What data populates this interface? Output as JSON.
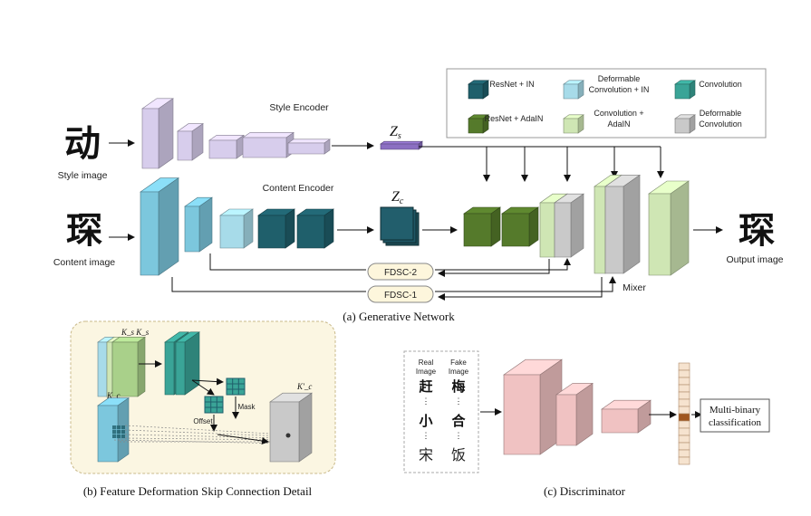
{
  "colors": {
    "resnet_in": "#1f5f6b",
    "deform_in": "#a7dbe9",
    "convolution": "#3aa497",
    "resnet_adain": "#557a2b",
    "conv_adain": "#cfe6b4",
    "deform_conv": "#c9c9c9",
    "style_encoder": "#d7cdec",
    "content_encoder": "#7cc7dd",
    "discriminator": "#f0c2c2",
    "panel_b_bg": "#fbf6e2"
  },
  "legend": {
    "items": [
      {
        "label_lines": [
          "ResNet + IN"
        ],
        "icon": "resnet-in-cube"
      },
      {
        "label_lines": [
          "Deformable",
          "Convolution + IN"
        ],
        "icon": "deformable-in-cube"
      },
      {
        "label_lines": [
          "Convolution"
        ],
        "icon": "convolution-cube"
      },
      {
        "label_lines": [
          "ResNet + AdaIN"
        ],
        "icon": "resnet-adain-cube"
      },
      {
        "label_lines": [
          "Convolution +",
          "AdaIN"
        ],
        "icon": "convolution-adain-cube"
      },
      {
        "label_lines": [
          "Deformable",
          "Convolution"
        ],
        "icon": "deformable-conv-cube"
      }
    ]
  },
  "generative": {
    "style_glyph": "动",
    "style_image_label": "Style image",
    "content_glyph": "琛",
    "content_image_label": "Content image",
    "output_glyph": "琛",
    "output_image_label": "Output image",
    "style_encoder_label": "Style Encoder",
    "content_encoder_label": "Content Encoder",
    "zs_base": "Z",
    "zs_sub": "s",
    "zc_base": "Z",
    "zc_sub": "c",
    "fdsc2_label": "FDSC-2",
    "fdsc1_label": "FDSC-1",
    "mixer_label": "Mixer",
    "caption": "(a) Generative Network"
  },
  "fdsc_detail": {
    "ksks_label": "K_s K_s",
    "kc_label": "K_c",
    "kc_prime_label": "K'_c",
    "offset_label": "Offset",
    "mask_label": "Mask",
    "caption": "(b) Feature Deformation Skip Connection Detail"
  },
  "discriminator": {
    "real_image_label_lines": [
      "Real",
      "Image"
    ],
    "fake_image_label_lines": [
      "Fake",
      "Image"
    ],
    "real_glyphs": [
      "赶",
      "⋮",
      "小",
      "⋮",
      "宋"
    ],
    "fake_glyphs": [
      "梅",
      "⋮",
      "合",
      "⋮",
      "饭"
    ],
    "output_label_lines": [
      "Multi-binary",
      "classification"
    ],
    "caption": "(c) Discriminator"
  }
}
